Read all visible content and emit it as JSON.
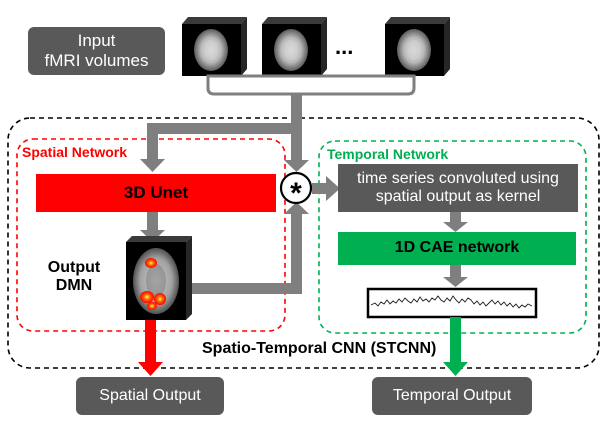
{
  "input_label_line1": "Input",
  "input_label_line2": "fMRI volumes",
  "ellipsis": "...",
  "spatial_network_title": "Spatial Network",
  "temporal_network_title": "Temporal Network",
  "unet_label": "3D Unet",
  "output_dmn_line1": "Output",
  "output_dmn_line2": "DMN",
  "conv_symbol": "*",
  "time_series_line1": "time series convoluted using",
  "time_series_line2": "spatial output as kernel",
  "cae_label": "1D CAE network",
  "stcnn_label": "Spatio-Temporal CNN (STCNN)",
  "spatial_output": "Spatial Output",
  "temporal_output": "Temporal Output",
  "colors": {
    "spatial_red": "#ff0000",
    "temporal_green": "#00b050",
    "gray_box": "#595959",
    "arrow_gray": "#7f7f7f",
    "cae_green": "#00b050",
    "outer_dash": "#000000"
  }
}
